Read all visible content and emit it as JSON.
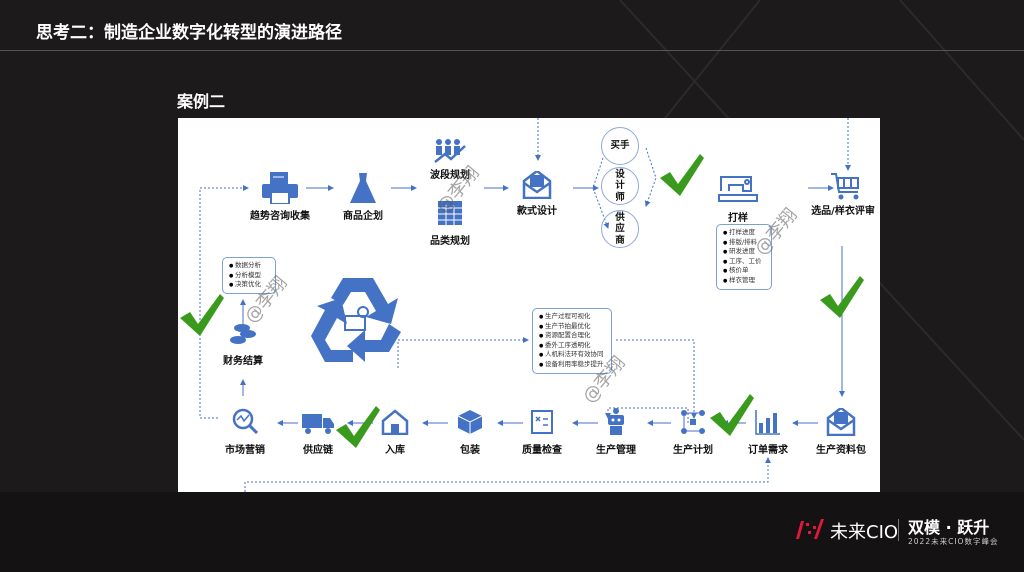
{
  "slide": {
    "title": "思考二：制造企业数字化转型的演进路径",
    "case_label": "案例二"
  },
  "top_row": {
    "trend": "趋势咨询收集",
    "planning": "商品企划",
    "wave": "波段规划",
    "category": "品类规划",
    "style_design": "款式设计",
    "roles": [
      "买手",
      "设计师",
      "供应商"
    ],
    "sampling": "打样",
    "review": "选品/样衣评审",
    "sampling_items": [
      "打样进度",
      "排版/排料",
      "研发进度",
      "工序、工价",
      "核价单",
      "样衣管理"
    ]
  },
  "bottom_row": [
    "市场营销",
    "供应链",
    "入库",
    "包装",
    "质量检查",
    "生产管理",
    "生产计划",
    "订单需求",
    "生产资料包"
  ],
  "finance": {
    "label": "财务结算",
    "items": [
      "数据分析",
      "分析模型",
      "决策优化"
    ]
  },
  "production_box": [
    "生产过程可视化",
    "生产节拍最优化",
    "资源配置合理化",
    "委外工序透明化",
    "人机料法环有效协同",
    "设备利用率稳步提升"
  ],
  "watermark": "@李翔",
  "footer": {
    "brand": "未来CIO",
    "event": "双模 · 跃升",
    "subtitle": "2022未来CIO数字峰会"
  },
  "colors": {
    "accent": "#4472c4",
    "check": "#3a9a1e",
    "brand_red": "#e0193a"
  }
}
